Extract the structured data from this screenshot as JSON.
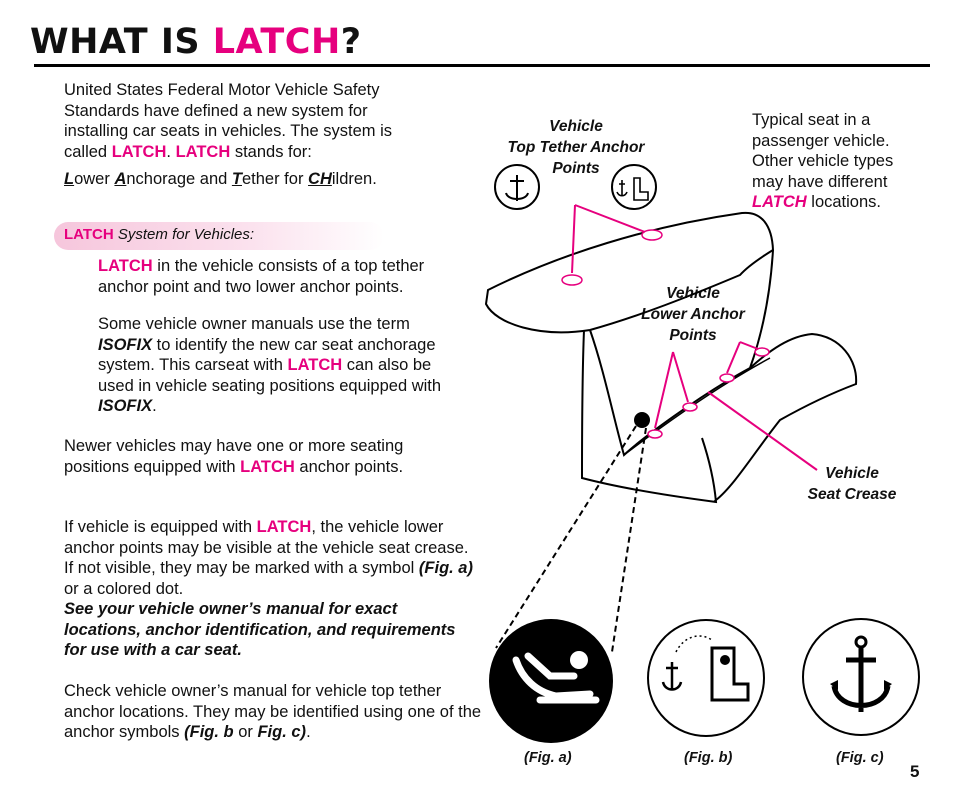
{
  "title": {
    "prefix": "WHAT IS ",
    "highlight": "LATCH",
    "suffix": "?"
  },
  "intro": {
    "text": "United States Federal Motor Vehicle Safety Standards have defined a new system for installing car seats in vehicles. The system is called ",
    "latch1": "LATCH",
    "dot": ". ",
    "latch2": "LATCH",
    "tail": " stands for:"
  },
  "acronym": {
    "l": "L",
    "l_rest": "ower ",
    "a": "A",
    "a_rest": "nchorage and ",
    "t": "T",
    "t_rest": "ether for ",
    "ch": "CH",
    "ch_rest": "ildren."
  },
  "section_header": {
    "latch": "LATCH",
    "rest": " System for Vehicles:"
  },
  "para1": {
    "latch": "LATCH",
    "rest": " in the vehicle consists of a top tether anchor point and two lower anchor points."
  },
  "para2": {
    "a": "Some vehicle owner manuals use the term ",
    "isofix1": "ISOFIX",
    "b": " to identify the new car seat anchorage system. This carseat with ",
    "latch": "LATCH",
    "c": " can also be used in vehicle seating positions equipped with ",
    "isofix2": "ISOFIX",
    "d": "."
  },
  "para3": {
    "a": "Newer vehicles may have one or more seating positions equipped with ",
    "latch": "LATCH",
    "b": " anchor points."
  },
  "para4": {
    "a": "If vehicle is equipped with ",
    "latch": "LATCH",
    "b": ", the vehicle lower anchor points may be visible at the vehicle seat crease. If not visible, they may be marked with a symbol ",
    "fig": "(Fig. a)",
    "c": " or a colored dot.",
    "bold": "See your vehicle owner’s manual for exact locations, anchor identification, and requirements for use with a car seat."
  },
  "para5": {
    "a": "Check vehicle owner’s manual for vehicle top tether anchor locations. They may be identified using one of the anchor symbols ",
    "figb": "(Fig. b",
    "or": " or ",
    "figc": "Fig. c)",
    "d": "."
  },
  "typical": {
    "text": "Typical seat in a passenger vehicle. Other vehicle types may have different ",
    "latch": "LATCH",
    "tail": " locations."
  },
  "labels": {
    "top_tether": [
      "Vehicle",
      "Top Tether Anchor",
      "Points"
    ],
    "lower_anchor": [
      "Vehicle",
      "Lower Anchor",
      "Points"
    ],
    "seat_crease": [
      "Vehicle",
      "Seat Crease"
    ]
  },
  "figures": {
    "a": "(Fig. a)",
    "b": "(Fig. b)",
    "c": "(Fig. c)"
  },
  "page_number": "5",
  "colors": {
    "accent": "#e6007e",
    "band": "#f6c6dc"
  },
  "icons": [
    "anchor-icon",
    "car-seat-anchor-icon",
    "lower-anchor-symbol-icon"
  ]
}
